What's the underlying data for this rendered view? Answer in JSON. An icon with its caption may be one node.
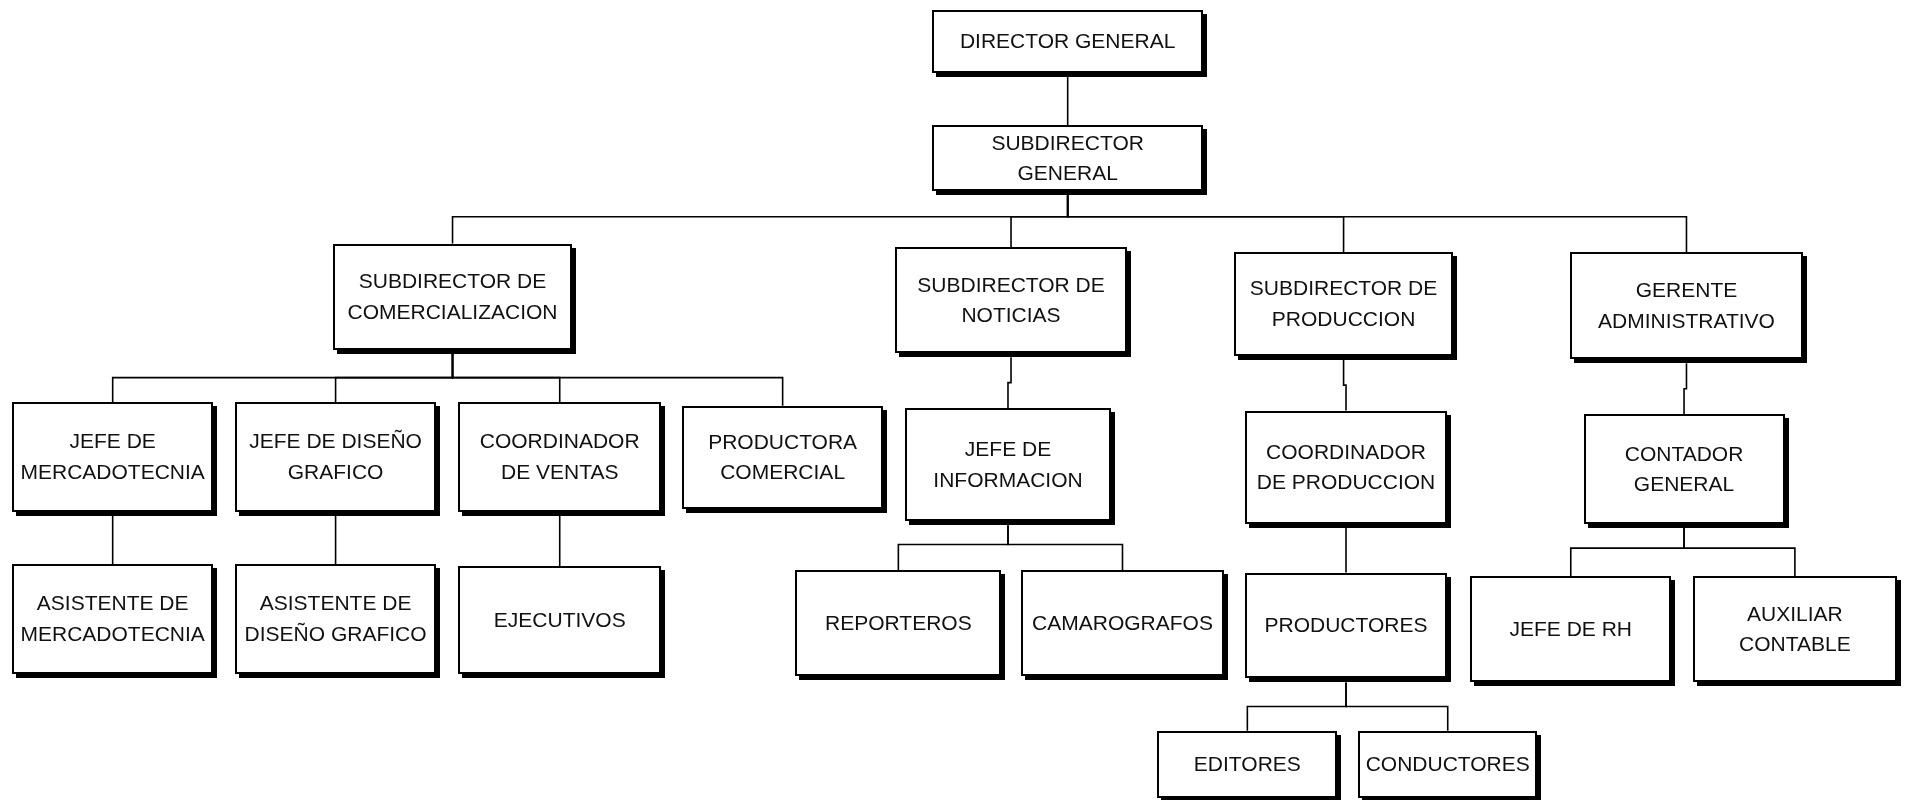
{
  "diagram": {
    "nodes": [
      {
        "text": [
          "DIRECTOR GENERAL"
        ]
      },
      {
        "text": [
          "SUBDIRECTOR GENERAL"
        ]
      },
      {
        "text": [
          "SUBDIRECTOR DE COMERCIALIZACION"
        ]
      },
      {
        "text": [
          "SUBDIRECTOR DE NOTICIAS"
        ]
      },
      {
        "text": [
          "SUBDIRECTOR DE PRODUCCION"
        ]
      },
      {
        "text": [
          "GERENTE ADMINISTRATIVO"
        ]
      },
      {
        "text": [
          "JEFE DE MERCADOTECNIA"
        ]
      },
      {
        "text": [
          "JEFE DE DISEÑO GRAFICO"
        ]
      },
      {
        "text": [
          "COORDINADOR DE VENTAS"
        ]
      },
      {
        "text": [
          "PRODUCTORA COMERCIAL"
        ]
      },
      {
        "text": [
          "JEFE DE INFORMACION"
        ]
      },
      {
        "text": [
          "COORDINADOR DE PRODUCCION"
        ]
      },
      {
        "text": [
          "CONTADOR GENERAL"
        ]
      },
      {
        "text": [
          "ASISTENTE DE MERCADOTECNIA"
        ]
      },
      {
        "text": [
          "ASISTENTE DE DISEÑO GRAFICO"
        ]
      },
      {
        "text": [
          "EJECUTIVOS"
        ]
      },
      {
        "text": [
          "REPORTEROS"
        ]
      },
      {
        "text": [
          "CAMAROGRAFOS"
        ]
      },
      {
        "text": [
          "PRODUCTORES"
        ]
      },
      {
        "text": [
          "JEFE DE RH"
        ]
      },
      {
        "text": [
          "AUXILIAR CONTABLE"
        ]
      },
      {
        "text": [
          "EDITORES"
        ]
      },
      {
        "text": [
          "CONDUCTORES"
        ]
      }
    ],
    "edges": [
      {
        "from": 0,
        "to": 1,
        "arrow": "none"
      },
      {
        "from": 1,
        "to": 2,
        "arrow": "none"
      },
      {
        "from": 1,
        "to": 3,
        "arrow": "none"
      },
      {
        "from": 1,
        "to": 4,
        "arrow": "none"
      },
      {
        "from": 1,
        "to": 5,
        "arrow": "none"
      },
      {
        "from": 2,
        "to": 6,
        "arrow": "none"
      },
      {
        "from": 2,
        "to": 7,
        "arrow": "none"
      },
      {
        "from": 2,
        "to": 8,
        "arrow": "none"
      },
      {
        "from": 2,
        "to": 9,
        "arrow": "none"
      },
      {
        "from": 3,
        "to": 10,
        "arrow": "none"
      },
      {
        "from": 4,
        "to": 11,
        "arrow": "none"
      },
      {
        "from": 5,
        "to": 12,
        "arrow": "none"
      },
      {
        "from": 6,
        "to": 13,
        "arrow": "none"
      },
      {
        "from": 7,
        "to": 14,
        "arrow": "none"
      },
      {
        "from": 8,
        "to": 15,
        "arrow": "none"
      },
      {
        "from": 10,
        "to": 16,
        "arrow": "none"
      },
      {
        "from": 10,
        "to": 17,
        "arrow": "none"
      },
      {
        "from": 11,
        "to": 18,
        "arrow": "none"
      },
      {
        "from": 12,
        "to": 19,
        "arrow": "none"
      },
      {
        "from": 12,
        "to": 20,
        "arrow": "none"
      },
      {
        "from": 18,
        "to": 21,
        "arrow": "none"
      },
      {
        "from": 18,
        "to": 22,
        "arrow": "none"
      }
    ]
  }
}
